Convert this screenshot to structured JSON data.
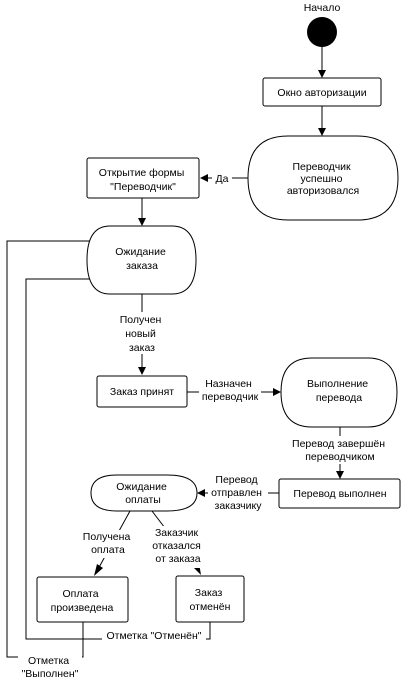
{
  "diagram": {
    "start_label": "Начало",
    "nodes": {
      "auth_window": "Окно авторизации",
      "auth_check": [
        "Переводчик",
        "успешно",
        "авторизовался"
      ],
      "open_form": [
        "Открытие формы",
        "\"Переводчик\""
      ],
      "wait_order": [
        "Ожидание",
        "заказа"
      ],
      "order_accepted": "Заказ принят",
      "doing_translation": [
        "Выполнение",
        "перевода"
      ],
      "translation_done": "Перевод выполнен",
      "wait_payment": [
        "Ожидание",
        "оплаты"
      ],
      "payment_done": [
        "Оплата",
        "произведена"
      ],
      "order_cancelled": [
        "Заказ",
        "отменён"
      ]
    },
    "edges": {
      "yes": "Да",
      "new_order": [
        "Получен",
        "новый",
        "заказ"
      ],
      "assigned": [
        "Назначен",
        "переводчик"
      ],
      "finished": [
        "Перевод завершён",
        "переводчиком"
      ],
      "sent": [
        "Перевод",
        "отправлен",
        "заказчику"
      ],
      "paid": [
        "Получена",
        "оплата"
      ],
      "refused": [
        "Заказчик",
        "отказался",
        "от заказа"
      ],
      "mark_cancelled": "Отметка \"Отменён\"",
      "mark_done": [
        "Отметка",
        "\"Выполнен\""
      ]
    }
  }
}
